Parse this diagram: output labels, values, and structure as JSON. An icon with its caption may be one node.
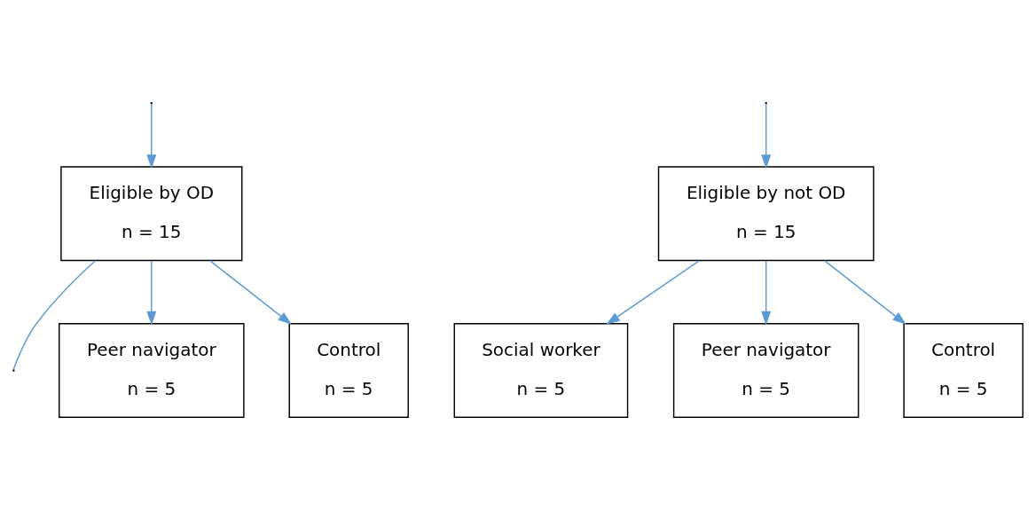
{
  "diagram": {
    "nodes": [
      {
        "text": [
          "Eligible by OD",
          "n = 15"
        ]
      },
      {
        "text": [
          "Eligible by not OD",
          "n = 15"
        ]
      },
      {
        "text": [
          "Peer navigator",
          "n = 5"
        ]
      },
      {
        "text": [
          "Control",
          "n = 5"
        ]
      },
      {
        "text": [
          "Social worker",
          "n = 5"
        ]
      },
      {
        "text": [
          "Peer navigator",
          "n = 5"
        ]
      },
      {
        "text": [
          "Control",
          "n = 5"
        ]
      }
    ],
    "edges": [
      {
        "from": 0,
        "to": null,
        "arrow": "none"
      },
      {
        "from": null,
        "to": 0,
        "arrow": "to"
      },
      {
        "from": null,
        "to": 1,
        "arrow": "to"
      },
      {
        "from": 0,
        "to": 2,
        "arrow": "to"
      },
      {
        "from": 0,
        "to": 3,
        "arrow": "to"
      },
      {
        "from": 1,
        "to": 4,
        "arrow": "to"
      },
      {
        "from": 1,
        "to": 5,
        "arrow": "to"
      },
      {
        "from": 1,
        "to": 6,
        "arrow": "to"
      }
    ]
  }
}
